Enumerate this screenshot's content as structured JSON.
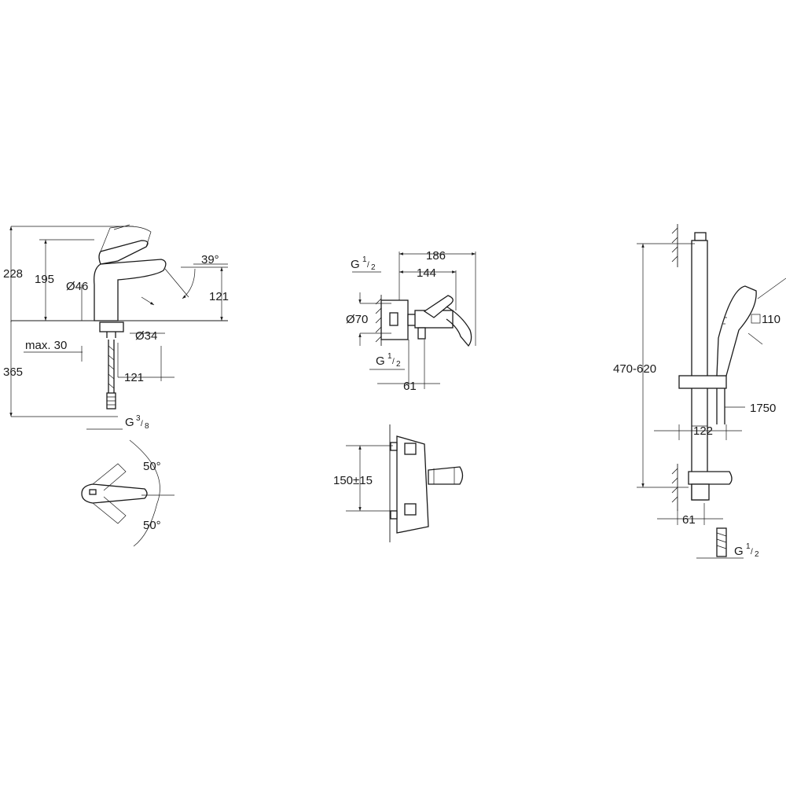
{
  "basin_mixer": {
    "dim_height_total": "228",
    "dim_height_spout": "195",
    "dim_diameter_base": "Ø46",
    "dim_angle_spout": "39°",
    "dim_spout_clearance": "121",
    "dim_diameter_hole": "Ø34",
    "dim_max_deck": "max. 30",
    "dim_height_below": "365",
    "dim_projection": "121",
    "thread_letter": "G",
    "thread_num": "3",
    "thread_den": "8",
    "angle_lever_top": "50°",
    "angle_lever_bottom": "50°"
  },
  "shower_mixer": {
    "inlet_top_letter": "G",
    "inlet_top_num": "1",
    "inlet_top_den": "2",
    "dim_width_total": "186",
    "dim_width_body": "144",
    "dim_diameter_escutcheon": "Ø70",
    "outlet_letter": "G",
    "outlet_num": "1",
    "outlet_den": "2",
    "dim_outlet_offset": "61",
    "dim_centres": "150±15"
  },
  "shower_rail": {
    "dim_rail_adjust": "470-620",
    "dim_head_square": "110",
    "dim_hose_length": "1750",
    "dim_holder_width": "122",
    "dim_wall_offset": "61",
    "thread_letter": "G",
    "thread_num": "1",
    "thread_den": "2"
  }
}
